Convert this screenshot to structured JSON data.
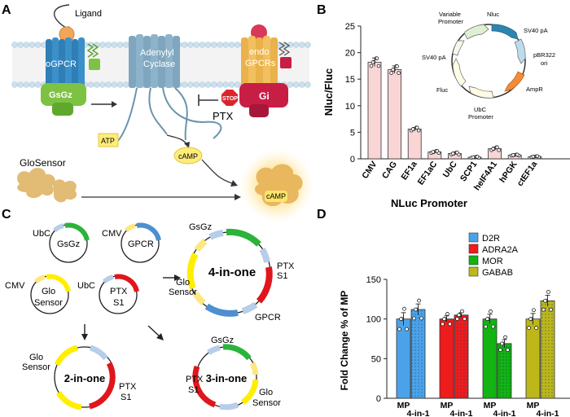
{
  "panels": {
    "a": "A",
    "b": "B",
    "c": "C",
    "d": "D"
  },
  "panel_a": {
    "ligand": "Ligand",
    "ogpcr": "oGPCR",
    "adenylyl_cyclase": [
      "Adenylyl",
      "Cyclase"
    ],
    "endo_gpcrs": [
      "endo",
      "GPCRs"
    ],
    "gsgz": "GsGz",
    "gi": "Gi",
    "stop": "STOP",
    "ptx": "PTX",
    "glosensor": "GloSensor",
    "atp": "ATP",
    "camp": "cAMP",
    "camp_bound": "cAMP"
  },
  "panel_b_plasmid": {
    "labels": [
      "Variable",
      "Promoter",
      "Nluc",
      "SV40 pA",
      "pBR322",
      "ori",
      "SV40 pA",
      "AmpR",
      "Fluc",
      "UbC",
      "Promoter"
    ]
  },
  "panel_c": {
    "ubc1": "UbC",
    "gsgz": "GsGz",
    "cmv1": "CMV",
    "gpcr": "GPCR",
    "cmv2": "CMV",
    "glo": "Glo",
    "sensor": "Sensor",
    "ubc2": "UbC",
    "ptx": "PTX",
    "s1": "S1",
    "four_gsgz": "GsGz",
    "four_ptx": "PTX",
    "four_s1": "S1",
    "four_glo": "Glo",
    "four_sensor": "Sensor",
    "four_gpcr": "GPCR",
    "four_title": "4-in-one",
    "two_glo": "Glo",
    "two_sensor": "Sensor",
    "two_ptx": "PTX",
    "two_s1": "S1",
    "two_title": "2-in-one",
    "three_gsgz": "GsGz",
    "three_ptx": "PTX",
    "three_s1": "S1",
    "three_glo": "Glo",
    "three_sensor": "Sensor",
    "three_title": "3-in-one"
  },
  "chart_data": [
    {
      "type": "bar",
      "xlabel": "NLuc Promoter",
      "ylabel": "Nluc/Fluc",
      "ylim": [
        0,
        25
      ],
      "yticks": [
        "0",
        "5",
        "10",
        "15",
        "20",
        "25"
      ],
      "categories": [
        "CMV",
        "CAG",
        "EF1a",
        "EF1aC",
        "UbC",
        "SCP1",
        "heIF4A1",
        "hPGK",
        "ctEF1a"
      ],
      "values": [
        18.2,
        16.8,
        5.6,
        1.3,
        1.0,
        0.3,
        1.9,
        0.7,
        0.4
      ],
      "errors": [
        0.8,
        0.7,
        0.3,
        0.2,
        0.2,
        0.1,
        0.3,
        0.1,
        0.1
      ],
      "color": "#f9d6d5"
    },
    {
      "type": "bar",
      "ylabel": "Fold Change % of MP",
      "ylim": [
        0,
        150
      ],
      "yticks": [
        "0",
        "50",
        "100",
        "150"
      ],
      "legend_position": "top-right",
      "series": [
        {
          "name": "D2R",
          "color": "#4aa3ea",
          "values": {
            "MP": 100,
            "4-in-1": 112
          }
        },
        {
          "name": "ADRA2A",
          "color": "#ee1c1c",
          "values": {
            "MP": 100,
            "4-in-1": 105
          }
        },
        {
          "name": "MOR",
          "color": "#12b312",
          "values": {
            "MP": 100,
            "4-in-1": 69
          }
        },
        {
          "name": "GABAB",
          "color": "#bdb71a",
          "values": {
            "MP": 100,
            "4-in-1": 123
          }
        }
      ],
      "errors": [
        [
          8,
          7
        ],
        [
          4,
          3
        ],
        [
          6,
          5
        ],
        [
          7,
          7
        ]
      ],
      "categories": [
        "MP",
        "4-in-1"
      ]
    }
  ]
}
